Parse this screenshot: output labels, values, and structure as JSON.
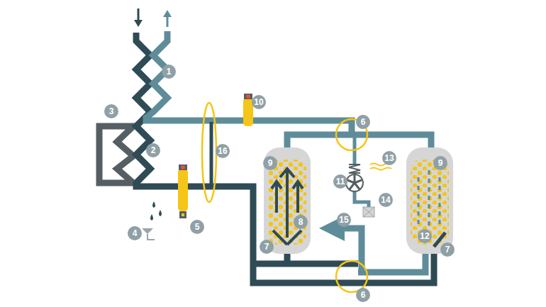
{
  "diagram": {
    "labels": [
      "1",
      "2",
      "3",
      "4",
      "5",
      "6",
      "6",
      "7",
      "7",
      "8",
      "9",
      "9",
      "10",
      "11",
      "12",
      "13",
      "14",
      "15",
      "16"
    ]
  }
}
